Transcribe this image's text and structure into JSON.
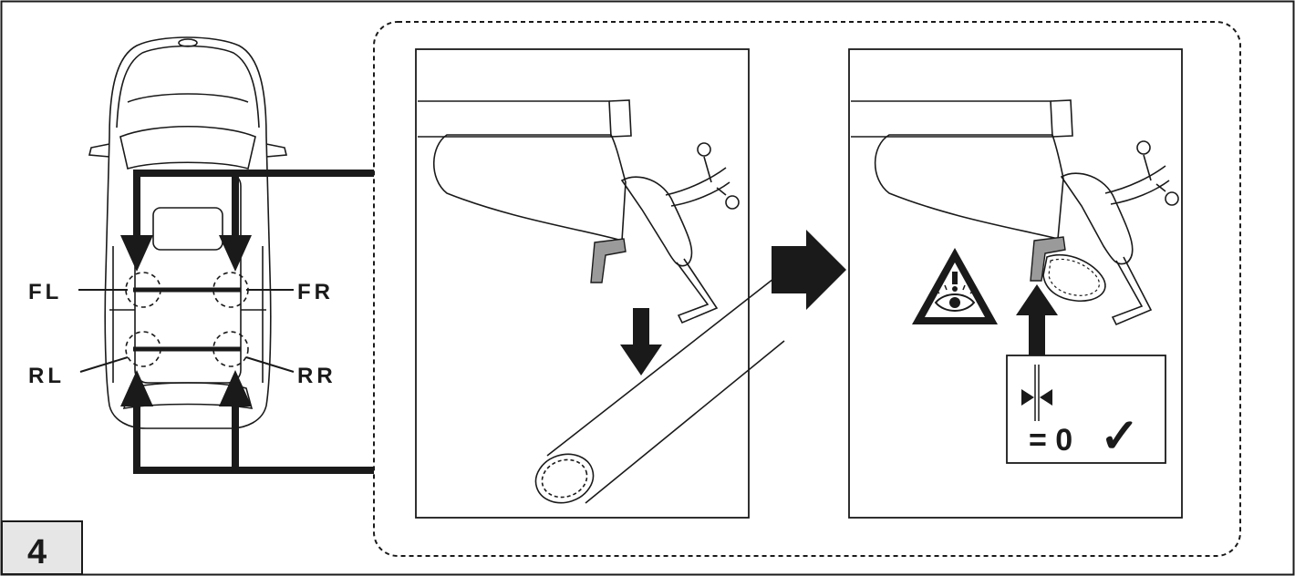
{
  "step": {
    "number": "4"
  },
  "positions": {
    "front_left": "FL",
    "front_right": "FR",
    "rear_left": "RL",
    "rear_right": "RR"
  },
  "gap_check": {
    "text": "= 0",
    "check_mark": "✓"
  },
  "icons": {
    "warning": "warning-eye-icon",
    "gap": "gap-indicator-icon",
    "check": "check-icon"
  },
  "colors": {
    "ink": "#1a1a1a",
    "pad_gray": "#9a9a9a",
    "step_box_fill": "#e6e6e6",
    "warning_fill": "#ffffff"
  }
}
